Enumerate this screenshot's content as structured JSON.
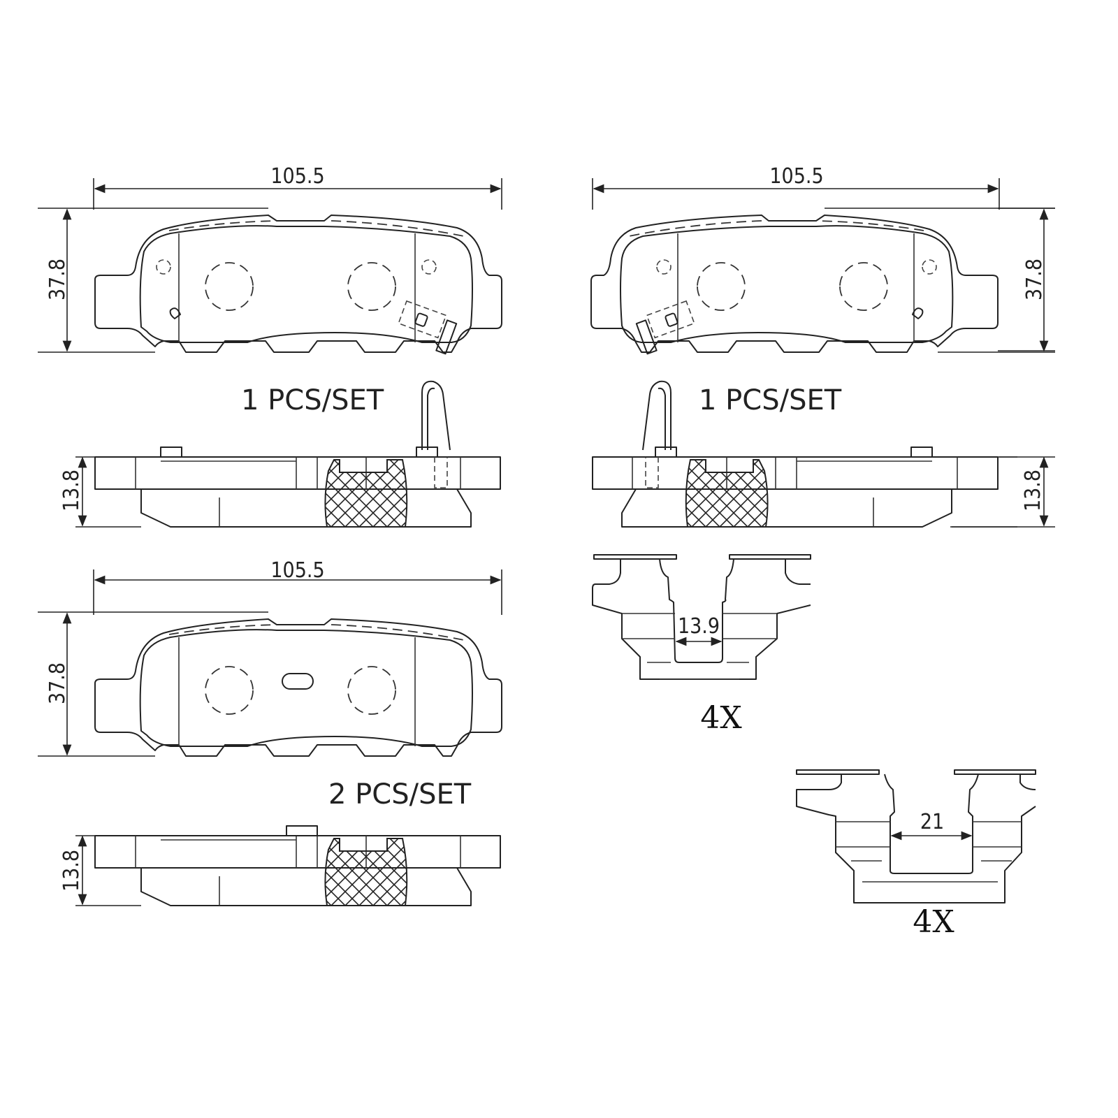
{
  "drawing": {
    "title": "Brake pad set technical drawing",
    "units": "mm",
    "line_color": "#222222",
    "background": "#ffffff"
  },
  "pad_top_left": {
    "width_dim": "105.5",
    "height_dim": "37.8",
    "qty_label": "1  PCS/SET",
    "thickness_dim": "13.8",
    "has_wear_sensor": true
  },
  "pad_top_right": {
    "width_dim": "105.5",
    "height_dim": "37.8",
    "qty_label": "1  PCS/SET",
    "thickness_dim": "13.8",
    "has_wear_sensor": true
  },
  "pad_bottom_left": {
    "width_dim": "105.5",
    "height_dim": "37.8",
    "qty_label": "2  PCS/SET",
    "thickness_dim": "13.8",
    "has_wear_sensor": false
  },
  "clip_1": {
    "width_dim": "13.9",
    "qty_label": "4X"
  },
  "clip_2": {
    "width_dim": "21",
    "qty_label": "4X"
  }
}
